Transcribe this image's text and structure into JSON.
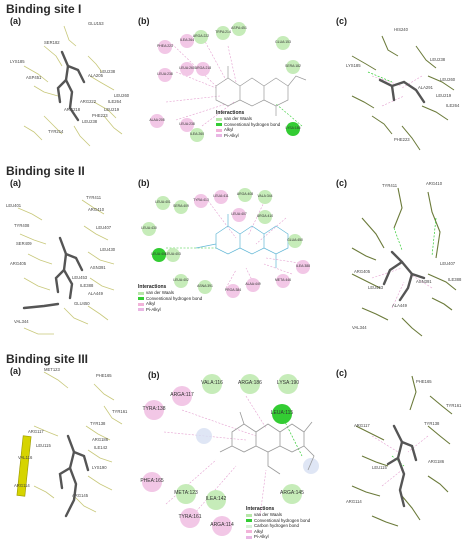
{
  "sections": [
    {
      "title": "Binding site I"
    },
    {
      "title": "Binding site II"
    },
    {
      "title": "Binding site III"
    }
  ],
  "panel_labels": {
    "a": "(a)",
    "b": "(b)",
    "c": "(c)"
  },
  "legend": {
    "title": "Interactions",
    "items": [
      {
        "label": "van der Waals",
        "color": "#b7e7a8"
      },
      {
        "label": "Conventional hydrogen bond",
        "color": "#33cc33"
      },
      {
        "label": "Carbon hydrogen bond",
        "color": "#d6efd6"
      },
      {
        "label": "Alkyl",
        "color": "#f2b3d9"
      },
      {
        "label": "Pi-Alkyl",
        "color": "#e9b6e4"
      }
    ]
  },
  "site1": {
    "a_labels": [
      "GLU153",
      "SER182",
      "LYS185",
      "ASP451",
      "ALA205",
      "LEU238",
      "LEU260",
      "TYR214",
      "ARG218",
      "ILE264",
      "ARG222",
      "PHE223",
      "LEU219",
      "LEU238"
    ],
    "b_residues": [
      {
        "name": "ILE",
        "num": "A:264",
        "type": "alkyl"
      },
      {
        "name": "PHE",
        "num": "A:223",
        "type": "alkyl"
      },
      {
        "name": "LEU",
        "num": "A:238",
        "type": "alkyl"
      },
      {
        "name": "ARG",
        "num": "A:222",
        "type": "vdw"
      },
      {
        "name": "TRP",
        "num": "A:214",
        "type": "vdw"
      },
      {
        "name": "ASP",
        "num": "A:451",
        "type": "vdw"
      },
      {
        "name": "LEU",
        "num": "A:260",
        "type": "alkyl"
      },
      {
        "name": "ARG",
        "num": "A:218",
        "type": "alkyl"
      },
      {
        "name": "GLU",
        "num": "A:153",
        "type": "vdw"
      },
      {
        "name": "SER",
        "num": "A:182",
        "type": "vdw"
      },
      {
        "name": "ALA",
        "num": "A:205",
        "type": "alkyl"
      },
      {
        "name": "LEU",
        "num": "A:238",
        "type": "alkyl"
      },
      {
        "name": "ILE",
        "num": "A:260",
        "type": "vdw"
      },
      {
        "name": "LYS",
        "num": "A:185",
        "type": "hbond"
      }
    ],
    "c_labels": [
      "HIS240",
      "LYS185",
      "LEU238",
      "LEU260",
      "LEU219",
      "ILE264",
      "ALA291",
      "PHE223"
    ]
  },
  "site2": {
    "a_labels": [
      "LEU401",
      "TYR411",
      "TYR408",
      "ARG410",
      "LEU407",
      "SER409",
      "LEU430",
      "ARG405",
      "ASN391",
      "LEU453",
      "ILE388",
      "GLU450",
      "ALA449",
      "VAL344"
    ],
    "b_residues": [
      {
        "name": "LEU",
        "num": "A:401",
        "type": "vdw"
      },
      {
        "name": "LEU",
        "num": "A:430",
        "type": "vdw"
      },
      {
        "name": "LEU",
        "num": "A:411",
        "type": "alkyl"
      },
      {
        "name": "ARG",
        "num": "A:408",
        "type": "vdw"
      },
      {
        "name": "VAL",
        "num": "A:344",
        "type": "vdw"
      },
      {
        "name": "SER",
        "num": "A:409",
        "type": "vdw"
      },
      {
        "name": "LEU",
        "num": "A:407",
        "type": "alkyl"
      },
      {
        "name": "TYR",
        "num": "A:413",
        "type": "alkyl"
      },
      {
        "name": "ARG",
        "num": "A:410",
        "type": "vdw"
      },
      {
        "name": "LEU",
        "num": "A:400",
        "type": "hbond"
      },
      {
        "name": "LEU",
        "num": "A:403",
        "type": "vdw"
      },
      {
        "name": "GLU",
        "num": "A:450",
        "type": "vdw"
      },
      {
        "name": "ALA",
        "num": "A:449",
        "type": "alkyl"
      },
      {
        "name": "ILE",
        "num": "A:388",
        "type": "alkyl"
      },
      {
        "name": "MET",
        "num": "A:446",
        "type": "alkyl"
      },
      {
        "name": "LEU",
        "num": "A:402",
        "type": "vdw"
      },
      {
        "name": "ASN",
        "num": "A:391",
        "type": "vdw"
      },
      {
        "name": "PRO",
        "num": "A:384",
        "type": "alkyl"
      }
    ],
    "c_labels": [
      "TYR411",
      "ARG410",
      "LEU407",
      "ARG405",
      "ILE388",
      "LEU453",
      "ASN391",
      "ALA449",
      "VAL344"
    ]
  },
  "site3": {
    "a_labels": [
      "MET123",
      "PHE165",
      "TYR161",
      "TYR138",
      "ARG117",
      "ARG186",
      "VAL116",
      "ILE142",
      "LEU115",
      "LYS190",
      "ARG114",
      "ARG145"
    ],
    "b_residues": [
      {
        "name": "VAL",
        "num": "A:116",
        "type": "vdw"
      },
      {
        "name": "ARG",
        "num": "A:186",
        "type": "vdw"
      },
      {
        "name": "LYS",
        "num": "A:190",
        "type": "vdw"
      },
      {
        "name": "ARG",
        "num": "A:117",
        "type": "alkyl"
      },
      {
        "name": "TYR",
        "num": "A:138",
        "type": "alkyl"
      },
      {
        "name": "LEU",
        "num": "A:115",
        "type": "hbond"
      },
      {
        "name": "PHE",
        "num": "A:165",
        "type": "alkyl"
      },
      {
        "name": "MET",
        "num": "A:123",
        "type": "vdw"
      },
      {
        "name": "ILE",
        "num": "A:142",
        "type": "vdw"
      },
      {
        "name": "TYR",
        "num": "A:161",
        "type": "alkyl"
      },
      {
        "name": "ARG",
        "num": "A:114",
        "type": "alkyl"
      },
      {
        "name": "ARG",
        "num": "A:145",
        "type": "vdw"
      }
    ],
    "c_labels": [
      "PHE165",
      "TYR161",
      "ARG117",
      "TYR138",
      "ARG186",
      "LEU115",
      "ARG114"
    ]
  }
}
